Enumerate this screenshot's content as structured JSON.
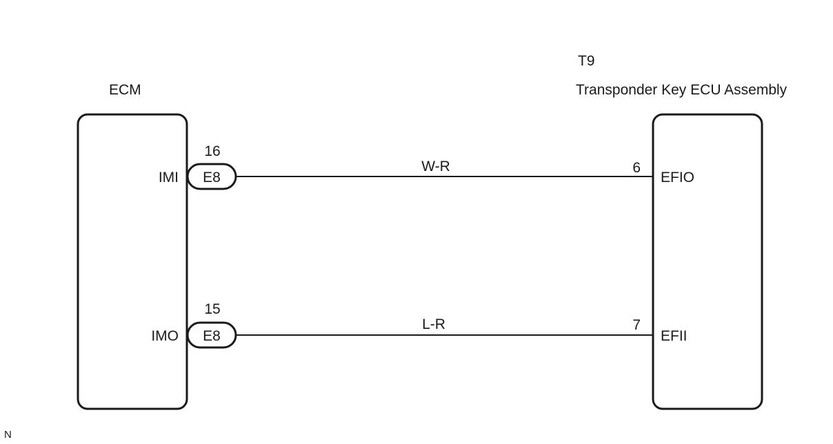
{
  "ecm": {
    "name": "ECM",
    "pins": [
      {
        "name": "IMI",
        "connector": "E8",
        "number": "16"
      },
      {
        "name": "IMO",
        "connector": "E8",
        "number": "15"
      }
    ]
  },
  "transponder": {
    "code": "T9",
    "name": "Transponder Key ECU Assembly",
    "pins": [
      {
        "name": "EFIO",
        "number": "6"
      },
      {
        "name": "EFII",
        "number": "7"
      }
    ]
  },
  "wires": [
    {
      "color_code": "W-R"
    },
    {
      "color_code": "L-R"
    }
  ],
  "footer_mark": "N"
}
